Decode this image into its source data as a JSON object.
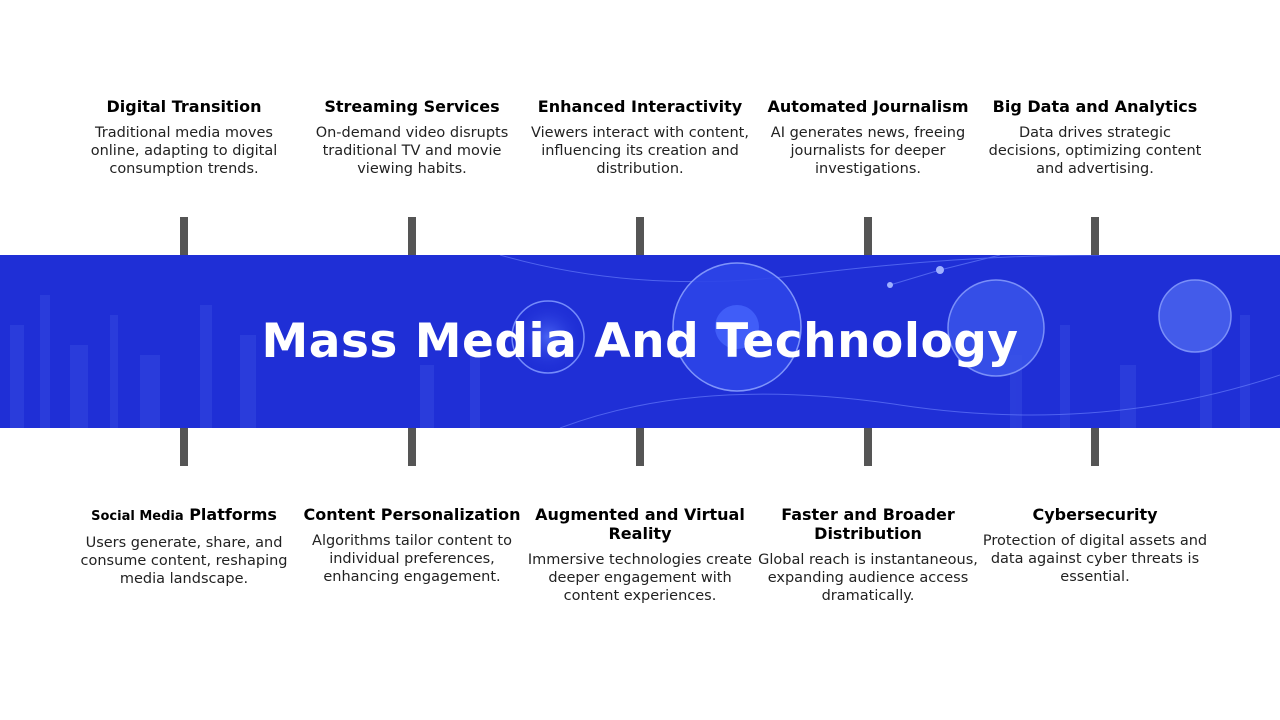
{
  "slide": {
    "title": "Mass Media And Technology",
    "band_color": "#1f2fd6",
    "tick_color": "#555555"
  },
  "top_items": [
    {
      "title": "Digital Transition",
      "text": "Traditional media moves online, adapting to digital consumption trends."
    },
    {
      "title": "Streaming Services",
      "text": "On-demand video disrupts traditional TV and movie viewing habits."
    },
    {
      "title": "Enhanced Interactivity",
      "text": "Viewers interact with content, influencing its creation and distribution."
    },
    {
      "title": "Automated Journalism",
      "text": "AI generates news, freeing journalists for deeper investigations."
    },
    {
      "title": "Big Data and Analytics",
      "text": "Data drives strategic decisions, optimizing content and advertising."
    }
  ],
  "bottom_items": [
    {
      "title_small": "Social Media",
      "title": "Platforms",
      "text": "Users generate, share, and consume content, reshaping media landscape."
    },
    {
      "title": "Content Personalization",
      "text": "Algorithms tailor content to individual preferences, enhancing engagement."
    },
    {
      "title": "Augmented and Virtual Reality",
      "text": "Immersive technologies create deeper engagement with content experiences."
    },
    {
      "title": "Faster and Broader Distribution",
      "text": "Global reach is instantaneous, expanding audience access dramatically."
    },
    {
      "title": "Cybersecurity",
      "text": "Protection of digital assets and data against cyber threats is essential."
    }
  ]
}
